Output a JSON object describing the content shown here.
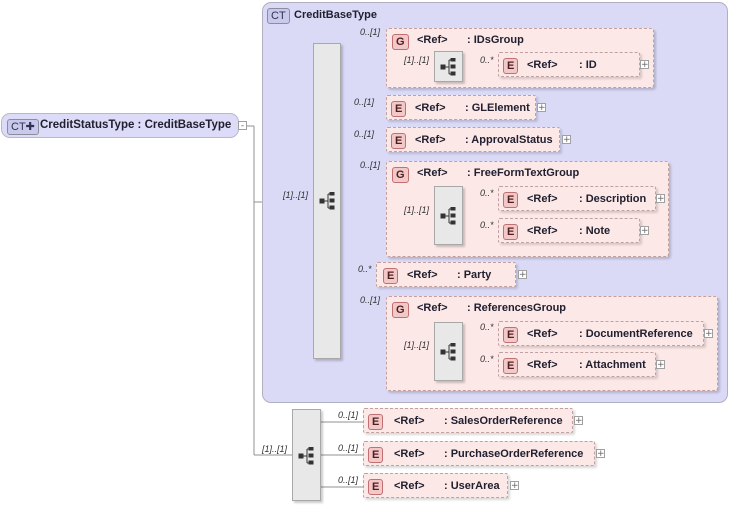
{
  "root": {
    "tag": "CT",
    "title": "CreditStatusType : CreditBaseType"
  },
  "base": {
    "tag": "CT",
    "title": "CreditBaseType",
    "seq_card": "[1]..[1]"
  },
  "ids_group": {
    "card": "0..[1]",
    "tag": "G",
    "ref": "<Ref>",
    "name": ": IDsGroup",
    "seq_card": "[1]..[1]",
    "child": {
      "card": "0..*",
      "tag": "E",
      "ref": "<Ref>",
      "name": ": ID"
    }
  },
  "gl_element": {
    "card": "0..[1]",
    "tag": "E",
    "ref": "<Ref>",
    "name": ": GLElement"
  },
  "approval_status": {
    "card": "0..[1]",
    "tag": "E",
    "ref": "<Ref>",
    "name": ": ApprovalStatus"
  },
  "free_form": {
    "card": "0..[1]",
    "tag": "G",
    "ref": "<Ref>",
    "name": ": FreeFormTextGroup",
    "seq_card": "[1]..[1]",
    "children": [
      {
        "card": "0..*",
        "tag": "E",
        "ref": "<Ref>",
        "name": ": Description"
      },
      {
        "card": "0..*",
        "tag": "E",
        "ref": "<Ref>",
        "name": ": Note"
      }
    ]
  },
  "party": {
    "card": "0..*",
    "tag": "E",
    "ref": "<Ref>",
    "name": ": Party"
  },
  "references": {
    "card": "0..[1]",
    "tag": "G",
    "ref": "<Ref>",
    "name": ": ReferencesGroup",
    "seq_card": "[1]..[1]",
    "children": [
      {
        "card": "0..*",
        "tag": "E",
        "ref": "<Ref>",
        "name": ": DocumentReference"
      },
      {
        "card": "0..*",
        "tag": "E",
        "ref": "<Ref>",
        "name": ": Attachment"
      }
    ]
  },
  "extension": {
    "seq_card": "[1]..[1]",
    "children": [
      {
        "card": "0..[1]",
        "tag": "E",
        "ref": "<Ref>",
        "name": ": SalesOrderReference"
      },
      {
        "card": "0..[1]",
        "tag": "E",
        "ref": "<Ref>",
        "name": ": PurchaseOrderReference"
      },
      {
        "card": "0..[1]",
        "tag": "E",
        "ref": "<Ref>",
        "name": ": UserArea"
      }
    ]
  },
  "icons": {
    "expand": "+",
    "collapse": "-",
    "sequence": "sequence-icon"
  }
}
